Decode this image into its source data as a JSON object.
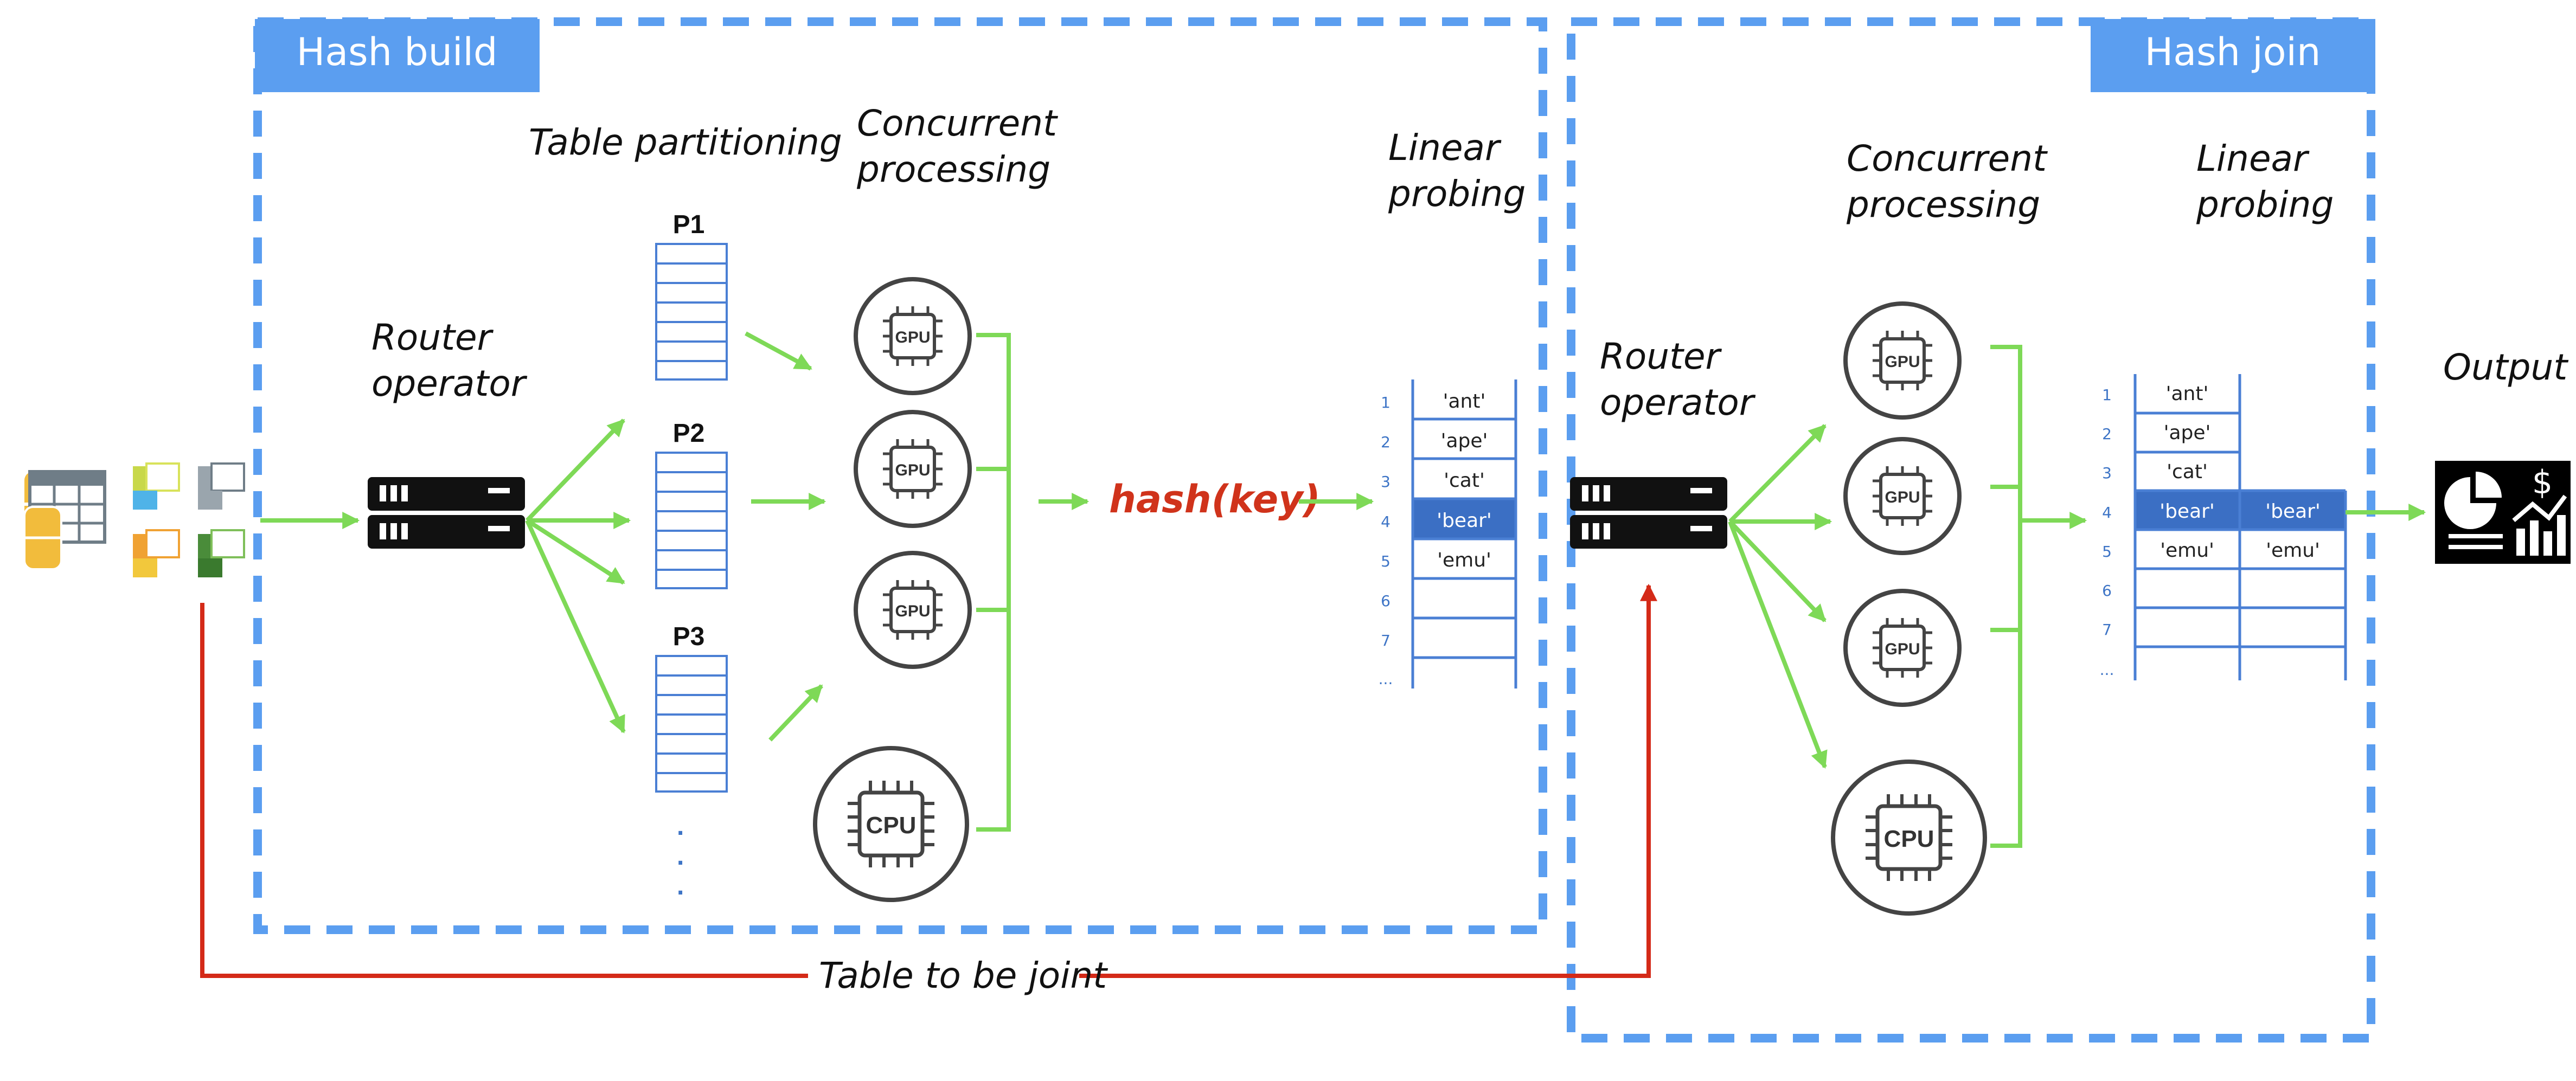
{
  "sections": {
    "hash_build": "Hash build",
    "hash_join": "Hash join"
  },
  "labels": {
    "table_partitioning": "Table partitioning",
    "concurrent_processing_1": "Concurrent",
    "concurrent_processing_2": "processing",
    "linear_probing_1": "Linear",
    "linear_probing_2": "probing",
    "router_1": "Router",
    "router_2": "operator",
    "output": "Output",
    "hash_fn": "hash(key)",
    "table_to_be_joint": "Table to be joint"
  },
  "partitions": [
    "P1",
    "P2",
    "P3"
  ],
  "partition_ellipsis": ".",
  "processors": {
    "build": [
      "GPU",
      "GPU",
      "GPU",
      "CPU"
    ],
    "join": [
      "GPU",
      "GPU",
      "GPU",
      "CPU"
    ]
  },
  "hash_table": {
    "indices": [
      "1",
      "2",
      "3",
      "4",
      "5",
      "6",
      "7",
      "..."
    ],
    "keys": [
      "'ant'",
      "'ape'",
      "'cat'",
      "'bear'",
      "'emu'",
      "",
      "",
      ""
    ],
    "highlight_index": 3
  },
  "join_table": {
    "indices": [
      "1",
      "2",
      "3",
      "4",
      "5",
      "6",
      "7",
      "..."
    ],
    "keys": [
      "'ant'",
      "'ape'",
      "'cat'",
      "'bear'",
      "'emu'",
      "",
      "",
      ""
    ],
    "matches": [
      "",
      "",
      "",
      "'bear'",
      "'emu'",
      "",
      "",
      ""
    ],
    "highlight_index": 3
  },
  "icons": [
    "database-tables-icon",
    "router-server-icon",
    "gpu-chip-icon",
    "cpu-chip-icon",
    "analytics-output-icon"
  ],
  "colors": {
    "dashed_border": "#5b9ef0",
    "tag_fill": "#5b9ef0",
    "arrow_green": "#7ed957",
    "arrow_red": "#d42a18",
    "table_line": "#4a7fd4",
    "highlight": "#3b6fc4",
    "hash_text": "#d0331b"
  }
}
